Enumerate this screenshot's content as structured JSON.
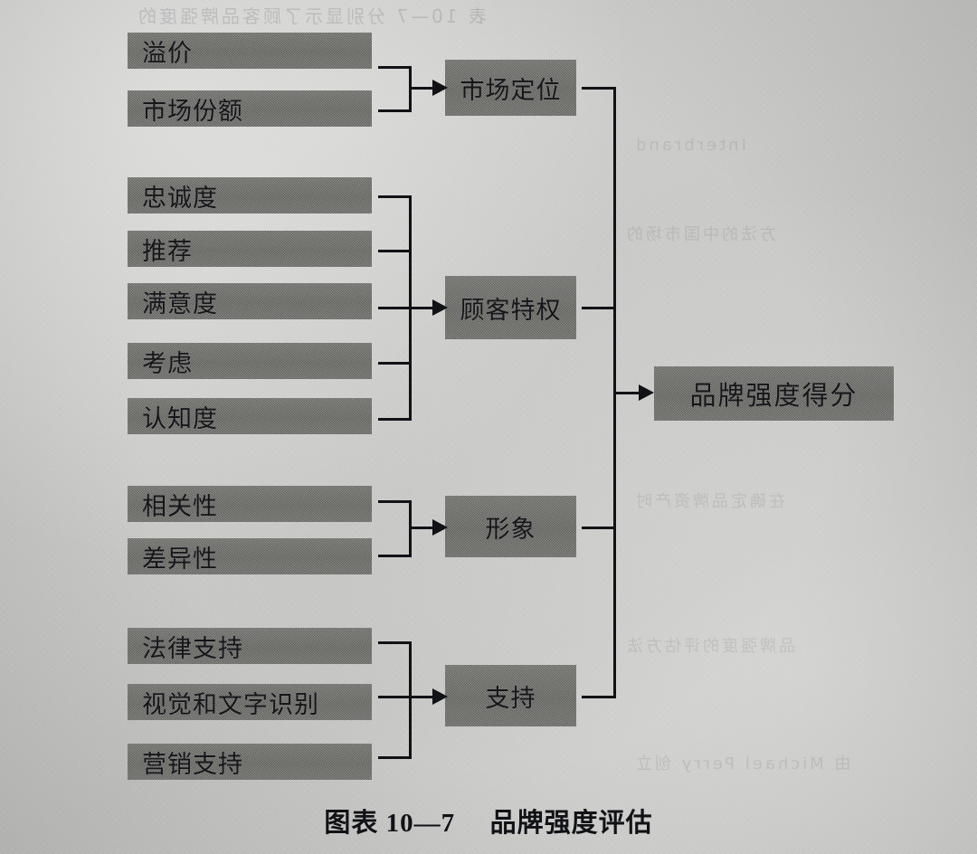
{
  "figure": {
    "caption_number": "图表 10—7",
    "caption_title": "品牌强度评估",
    "output_node": "品牌强度得分"
  },
  "colors": {
    "page_background": "#cfcfcd",
    "node_fill": "#73736f",
    "node_shadow": "#a9a9a5",
    "stroke": "#111216",
    "text": "#15161a"
  },
  "groups": [
    {
      "id": "market-position",
      "category": "市场定位",
      "drivers": [
        "溢价",
        "市场份额"
      ]
    },
    {
      "id": "customer-franchise",
      "category": "顾客特权",
      "drivers": [
        "忠诚度",
        "推荐",
        "满意度",
        "考虑",
        "认知度"
      ]
    },
    {
      "id": "image",
      "category": "形象",
      "drivers": [
        "相关性",
        "差异性"
      ]
    },
    {
      "id": "support",
      "category": "支持",
      "drivers": [
        "法律支持",
        "视觉和文字识别",
        "营销支持"
      ]
    }
  ],
  "bleed_text": {
    "top": "表 10—7 分别显示了顾客品牌强度的",
    "right_1": "Interbrand",
    "right_2": "方法的中国市场的",
    "right_3": "在确定品牌资产时",
    "right_4": "品牌强度的评估方法",
    "right_5": "由 Michael Perry 创立"
  }
}
